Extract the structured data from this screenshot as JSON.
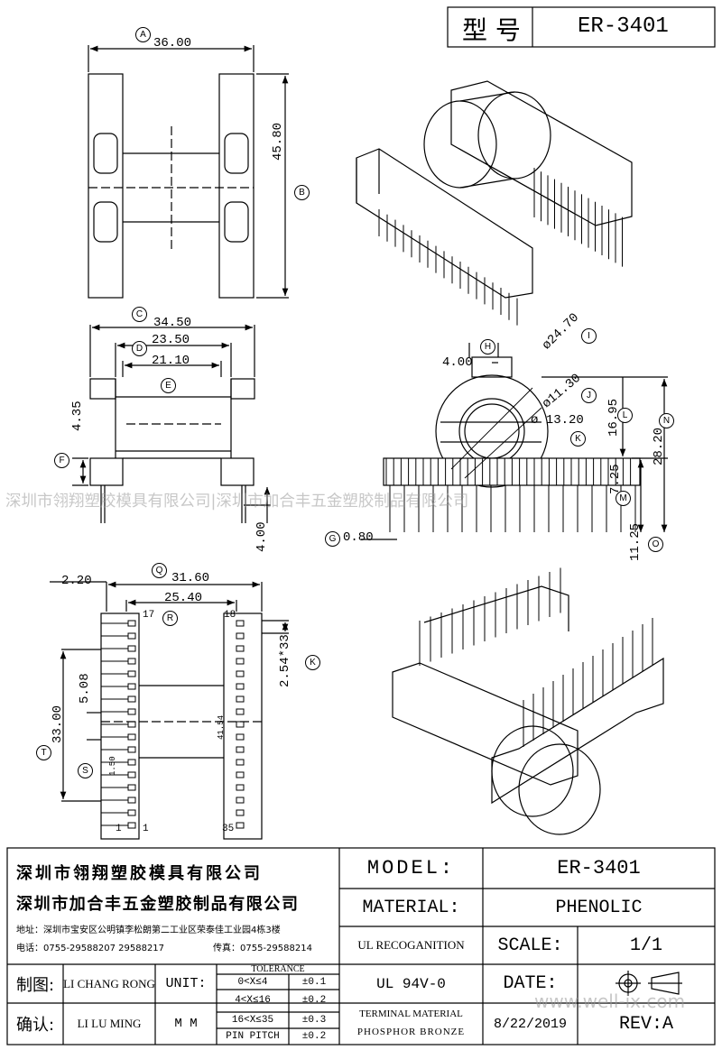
{
  "header": {
    "model_label": "型 号",
    "model_value": "ER-3401"
  },
  "watermark": {
    "line": "深圳市翎翔塑胶模具有限公司|深圳市加合丰五金塑胶制品有限公司",
    "url": "www.well-ix.com"
  },
  "dims": {
    "A": "36.00",
    "B": "45.80",
    "C": "34.50",
    "D": "23.50",
    "d_inner": "21.10",
    "F": "4.35",
    "F_bottom": "4.00",
    "H": "4.00",
    "I": "ø24.70",
    "J": "ø11.30",
    "K_dia": "ø 13.20",
    "L": "16.95",
    "N": "28.20",
    "M": "7.25",
    "O": "11.25",
    "G": "0.80",
    "pin_pitch_top": "2.20",
    "Q": "31.60",
    "R": "25.40",
    "K_pitch": "2.54*33",
    "T": "33.00",
    "S": "5.08",
    "small1": "1.50",
    "small2": "41.54"
  },
  "labels": [
    "A",
    "B",
    "C",
    "D",
    "E",
    "F",
    "G",
    "H",
    "I",
    "J",
    "K",
    "L",
    "N",
    "M",
    "O",
    "Q",
    "R",
    "K",
    "T",
    "S"
  ],
  "pins": {
    "p17": "17",
    "p18": "18",
    "p1": "1",
    "p1b": "1",
    "p35": "35"
  },
  "company": {
    "name1": "深圳市翎翔塑胶模具有限公司",
    "name2": "深圳市加合丰五金塑胶制品有限公司",
    "address": "地址：深圳市宝安区公明镇李松朗第二工业区荣泰佳工业园4栋3楼",
    "phone": "电话：0755-29588207 29588217",
    "fax": "传真：0755-29588214"
  },
  "titleblock": {
    "model_label": "MODEL:",
    "model_value": "ER-3401",
    "material_label": "MATERIAL:",
    "material_value": "PHENOLIC",
    "ul_label": "UL RECOGANITION",
    "ul_value": "UL 94V-0",
    "scale_label": "SCALE:",
    "scale_value": "1/1",
    "date_label": "DATE:",
    "date_value": "8/22/2019",
    "rev": "REV:A",
    "terminal1": "TERMINAL MATERIAL",
    "terminal2": "PHOSPHOR  BRONZE",
    "drawn_label": "制图:",
    "drawn_name": "LI CHANG RONG",
    "check_label": "确认:",
    "check_name": "LI LU MING",
    "unit_label": "UNIT:",
    "unit_value": "M M",
    "tol_title": "TOLERANCE",
    "tol": [
      {
        "range": "0<X≤4",
        "val": "±0.1"
      },
      {
        "range": "4<X≤16",
        "val": "±0.2"
      },
      {
        "range": "16<X≤35",
        "val": "±0.3"
      },
      {
        "range": "PIN PITCH",
        "val": "±0.2"
      }
    ]
  }
}
